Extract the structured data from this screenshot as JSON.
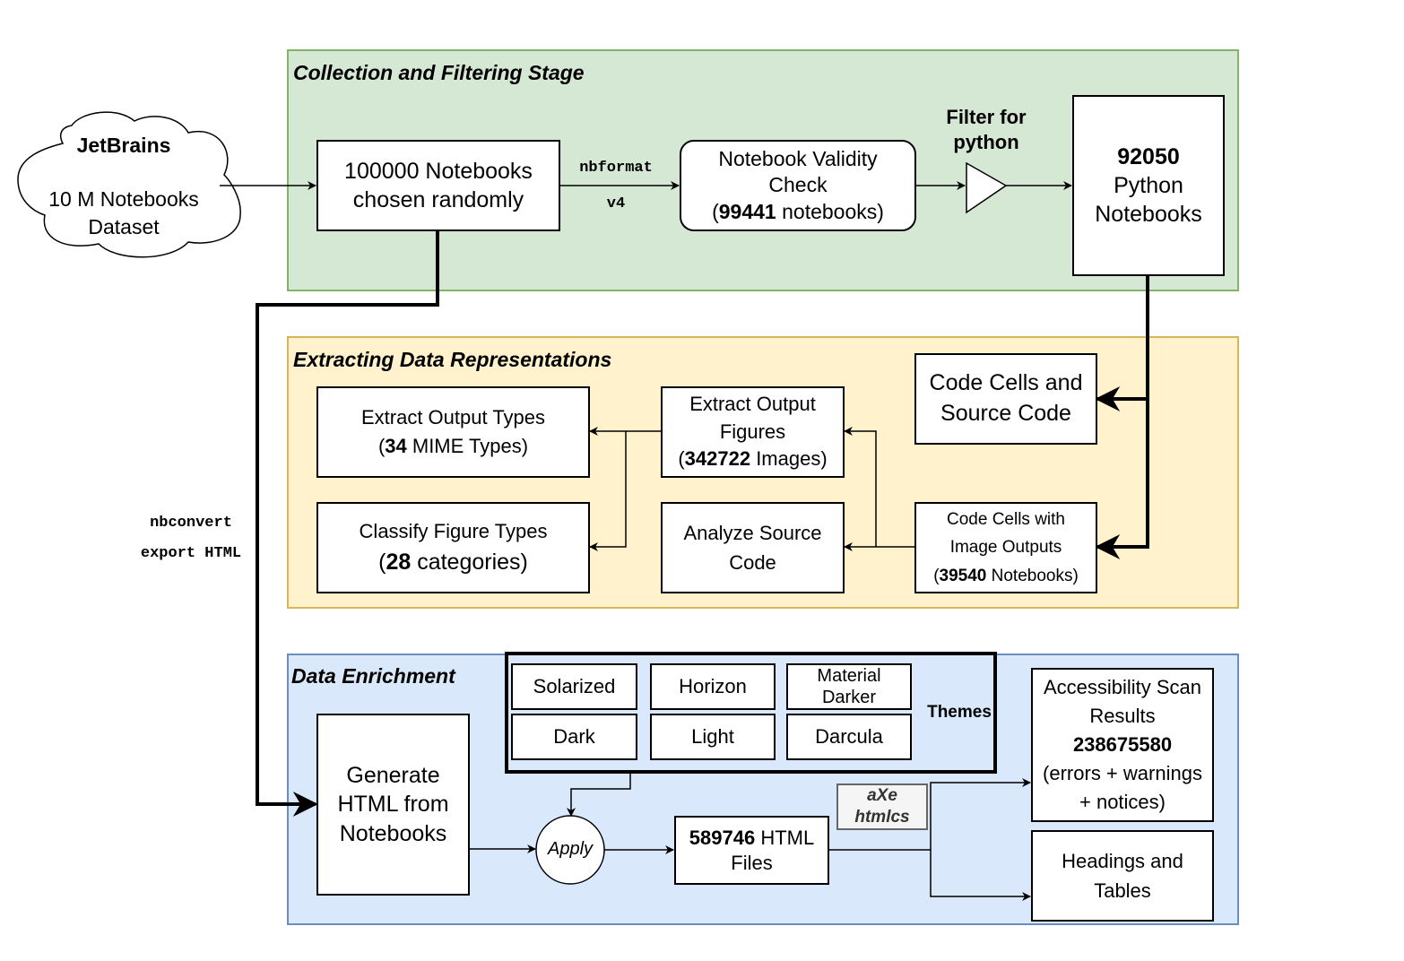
{
  "stages": {
    "collection": "Collection and Filtering Stage",
    "extracting": "Extracting Data Representations",
    "enrichment": "Data Enrichment"
  },
  "cloud": {
    "title": "JetBrains",
    "line1": "10 M Notebooks",
    "line2": "Dataset"
  },
  "collection": {
    "random": {
      "line1": "100000 Notebooks",
      "line2": "chosen randomly"
    },
    "edge_label_1": "nbformat",
    "edge_label_2": "v4",
    "validity": {
      "line1": "Notebook Validity",
      "line2": "Check",
      "open": "(",
      "count": "99441",
      "rest": " notebooks)"
    },
    "filter_line1": "Filter for",
    "filter_line2": "python",
    "python": {
      "count": "92050",
      "line1": "Python",
      "line2": "Notebooks"
    }
  },
  "extracting": {
    "output_types": {
      "line1": "Extract Output Types",
      "open": "(",
      "count": "34",
      "rest": " MIME Types)"
    },
    "output_figures": {
      "line1": "Extract Output",
      "line2": "Figures",
      "open": "(",
      "count": "342722",
      "rest": " Images)"
    },
    "code_cells": {
      "line1": "Code Cells and",
      "line2": "Source Code"
    },
    "classify": {
      "line1": "Classify Figure Types",
      "open": "(",
      "count": "28",
      "rest": " categories)"
    },
    "analyze": {
      "line1": "Analyze Source",
      "line2": "Code"
    },
    "image_outputs": {
      "line1": "Code Cells with",
      "line2": "Image Outputs",
      "open": "(",
      "count": "39540",
      "rest": " Notebooks)"
    }
  },
  "side_label": {
    "line1": "nbconvert",
    "line2": "export HTML"
  },
  "enrichment": {
    "themes_label": "Themes",
    "themes": {
      "solarized": "Solarized",
      "horizon": "Horizon",
      "material_line1": "Material",
      "material_line2": "Darker",
      "dark": "Dark",
      "light": "Light",
      "darcula": "Darcula"
    },
    "generate": {
      "line1": "Generate",
      "line2": "HTML from",
      "line3": "Notebooks"
    },
    "apply": "Apply",
    "html_files": {
      "count": "589746",
      "rest": " HTML",
      "line2": "Files"
    },
    "tools_line1": "aXe",
    "tools_line2": "htmlcs",
    "accessibility": {
      "line1": "Accessibility Scan",
      "line2": "Results",
      "count": "238675580",
      "line3": "(errors + warnings",
      "line4": "+ notices)"
    },
    "headings": {
      "line1": "Headings and",
      "line2": "Tables"
    }
  },
  "colors": {
    "collection_fill": "#d5e8d4",
    "collection_border": "#82b366",
    "extracting_fill": "#fff2cc",
    "extracting_border": "#d6b656",
    "enrichment_fill": "#dae8fc",
    "enrichment_border": "#6c8ebf",
    "tools_fill": "#f5f5f5",
    "tools_border": "#666666",
    "tools_text": "#333333"
  }
}
